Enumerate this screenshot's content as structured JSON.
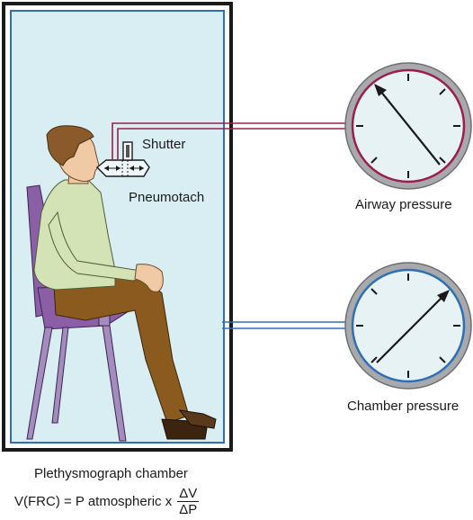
{
  "labels": {
    "shutter": "Shutter",
    "pneumotach": "Pneumotach",
    "airway_pressure": "Airway pressure",
    "chamber_pressure": "Chamber pressure",
    "chamber_title": "Plethysmograph chamber"
  },
  "formula": {
    "lhs": "V(FRC) = P atmospheric x",
    "numerator": "ΔV",
    "denominator": "ΔP"
  },
  "colors": {
    "chamber_fill": "#d9eef3",
    "chamber_border_outer": "#1a1a1a",
    "chamber_border_inner": "#2f6fb3",
    "airway_tube": "#9b1f4a",
    "chamber_tube": "#2f6fb3",
    "gauge_bezel": "#a7a9ac",
    "gauge_face": "#e7f2f5",
    "shirt": "#d4e3b5",
    "trousers": "#8a5a1e",
    "chair": "#8b5fa6",
    "hair": "#8a5a2a",
    "skin": "#f0c9a5"
  },
  "icons": [
    "person",
    "chair",
    "pneumotach",
    "shutter",
    "pressure-gauge"
  ]
}
